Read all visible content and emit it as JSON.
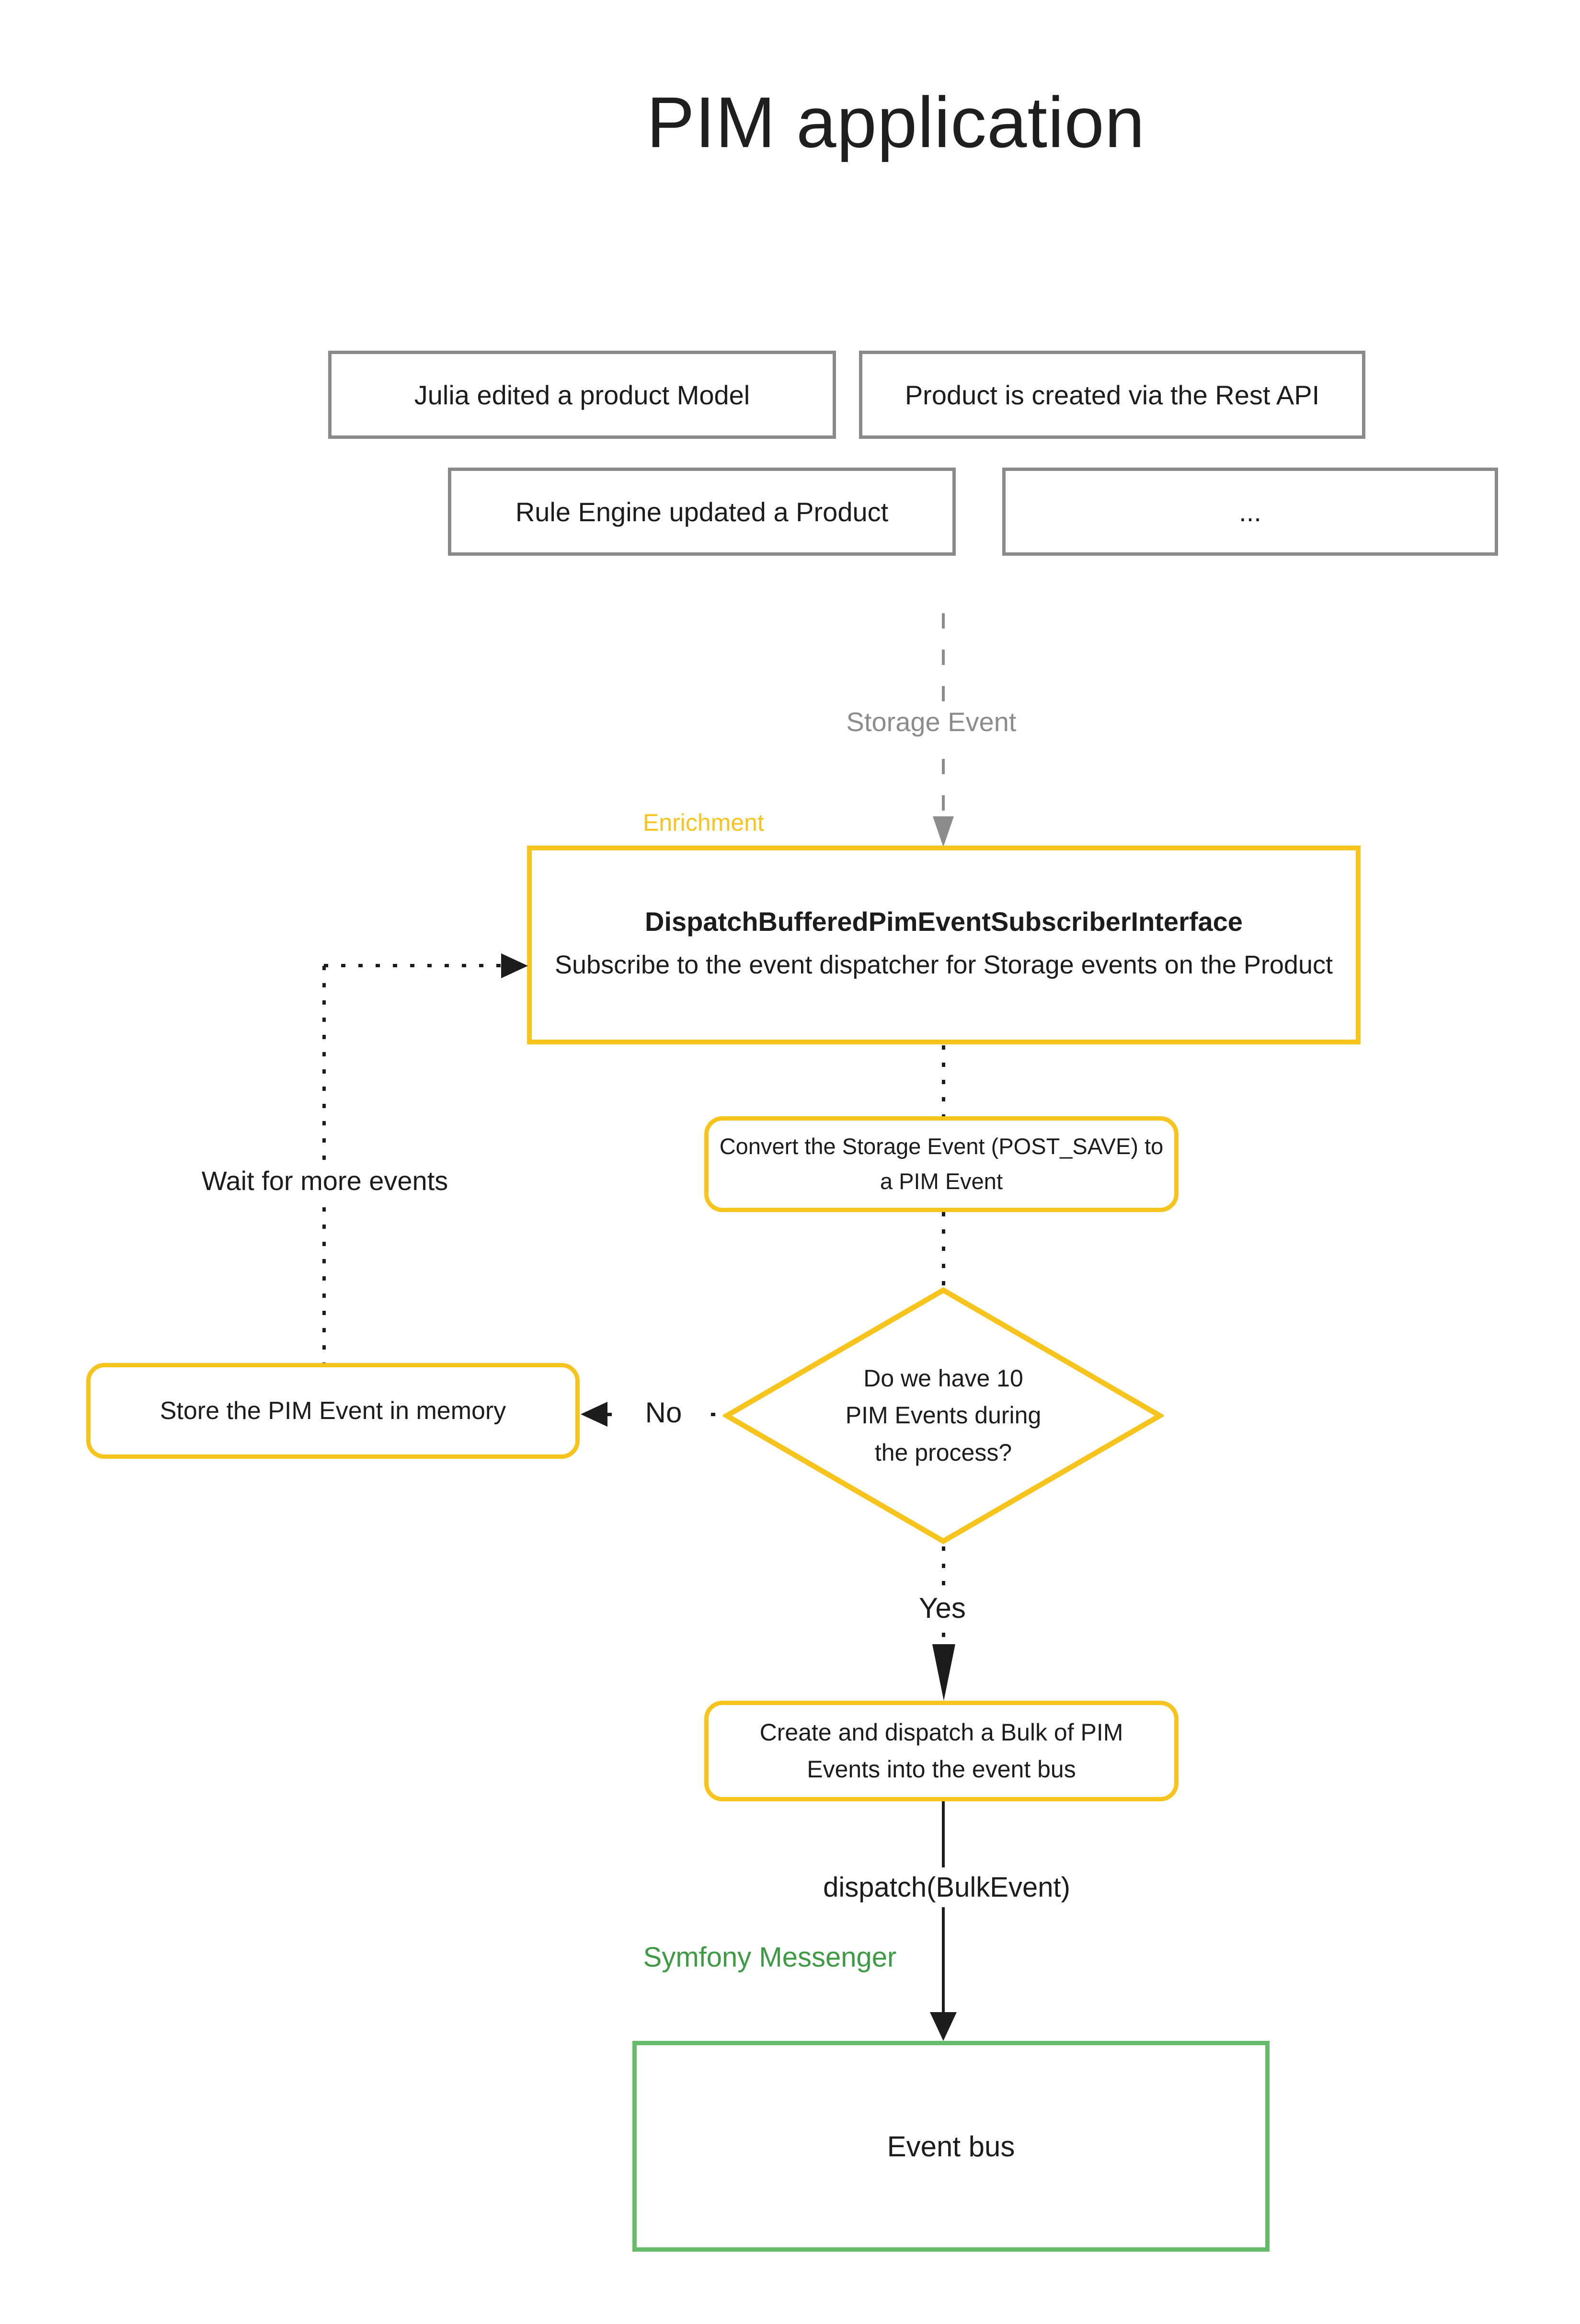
{
  "title": "PIM application",
  "source_boxes": [
    "Julia edited a product Model",
    "Product is created via the Rest API",
    "Rule Engine updated a Product",
    "..."
  ],
  "flow": {
    "storage_event_label": "Storage Event",
    "enrichment_label": "Enrichment",
    "subscriber_title": "DispatchBufferedPimEventSubscriberInterface",
    "subscriber_desc": "Subscribe to the event dispatcher for Storage events on the Product",
    "convert_label": "Convert the Storage Event (POST_SAVE) to a PIM Event",
    "decision_lines": [
      "Do we have 10",
      "PIM Events during",
      "the process?"
    ],
    "no_label": "No",
    "yes_label": "Yes",
    "store_label": "Store the PIM Event in memory",
    "wait_label": "Wait for more events",
    "create_label": "Create and dispatch a Bulk of PIM Events into the event bus",
    "dispatch_label": "dispatch(BulkEvent)",
    "messenger_label": "Symfony Messenger",
    "event_bus_label": "Event bus"
  },
  "colors": {
    "yellow": "#F7C41D",
    "green_border": "#66BB6A",
    "green_text": "#3E9A44",
    "gray_border": "#8A8A8A",
    "gray_line": "#8C8C8C",
    "ink": "#1C1C1C"
  }
}
